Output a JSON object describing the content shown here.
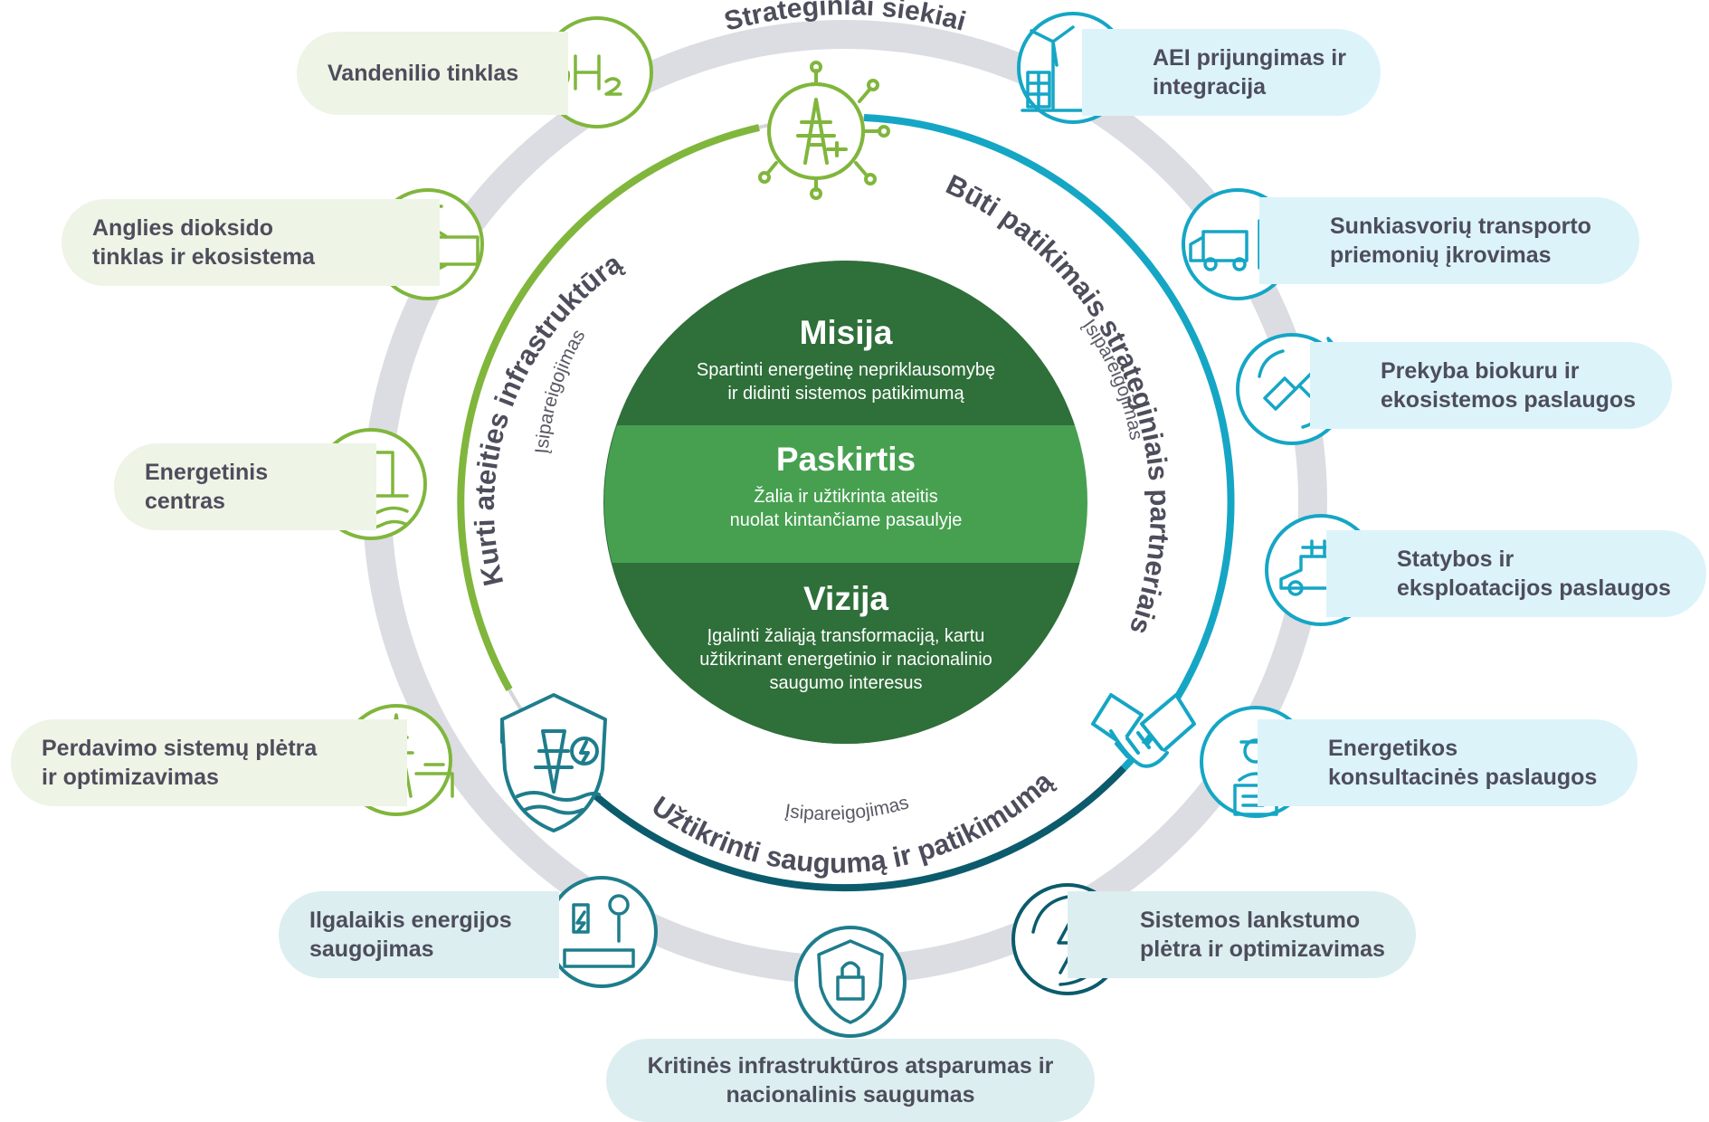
{
  "colors": {
    "green": "#80b63c",
    "cyan": "#15a6c5",
    "teal": "#1e7d8c",
    "navy": "#0b5b6c",
    "gray_ring": "#dcdde2",
    "core_dark": "#2f6f3a",
    "core_light": "#46a050",
    "text": "#4d4d5c"
  },
  "ring_title": "Strateginiai siekiai",
  "arcs": {
    "left": "Kurti ateities infrastruktūrą",
    "right": "Būti patikimais strateginiais partneriais",
    "bottom": "Užtikrinti saugumą ir patikimumą",
    "commitment": "Įsipareigojimas"
  },
  "core": {
    "mission": {
      "title": "Misija",
      "lines": [
        "Spartinti energetinę nepriklausomybę",
        "ir didinti sistemos patikimumą"
      ]
    },
    "purpose": {
      "title": "Paskirtis",
      "lines": [
        "Žalia ir užtikrinta ateitis",
        "nuolat kintančiame pasaulyje"
      ]
    },
    "vision": {
      "title": "Vizija",
      "lines": [
        "Įgalinti žaliąją transformaciją, kartu",
        "užtikrinant energetinio ir nacionalinio",
        "saugumo interesus"
      ]
    }
  },
  "activities": [
    {
      "lines": [
        "Vandenilio tinklas"
      ],
      "icon": "hydrogen-h2-icon",
      "color": "#80b63c"
    },
    {
      "lines": [
        "Anglies dioksido",
        "tinklas ir ekosistema"
      ],
      "icon": "pipeline-valve-icon",
      "color": "#80b63c"
    },
    {
      "lines": [
        "Energetinis",
        "centras"
      ],
      "icon": "offshore-platform-icon",
      "color": "#80b63c"
    },
    {
      "lines": [
        "Perdavimo sistemų plėtra",
        "ir optimizavimas"
      ],
      "icon": "transmission-tower-icon",
      "color": "#80b63c"
    },
    {
      "lines": [
        "Ilgalaikis energijos",
        "saugojimas"
      ],
      "icon": "energy-storage-icon",
      "color": "#1e7d8c"
    },
    {
      "lines": [
        "Kritinės infrastruktūros atsparumas ir",
        "nacionalinis saugumas"
      ],
      "icon": "padlock-shield-icon",
      "color": "#1e7d8c"
    },
    {
      "lines": [
        "Sistemos lankstumo",
        "plėtra ir optimizavimas"
      ],
      "icon": "lightning-cycle-icon",
      "color": "#0b5b6c"
    },
    {
      "lines": [
        "Energetikos",
        "konsultacinės paslaugos"
      ],
      "icon": "consultant-icon",
      "color": "#15a6c5"
    },
    {
      "lines": [
        "Statybos ir",
        "eksploatacijos paslaugos"
      ],
      "icon": "fire-truck-icon",
      "color": "#15a6c5"
    },
    {
      "lines": [
        "Prekyba biokuru ir",
        "ekosistemos paslaugos"
      ],
      "icon": "satellite-icon",
      "color": "#15a6c5"
    },
    {
      "lines": [
        "Sunkiasvorių transporto",
        "priemonių įkrovimas"
      ],
      "icon": "truck-charging-icon",
      "color": "#15a6c5"
    },
    {
      "lines": [
        "AEI prijungimas ir",
        "integracija"
      ],
      "icon": "wind-solar-icon",
      "color": "#15a6c5"
    }
  ]
}
